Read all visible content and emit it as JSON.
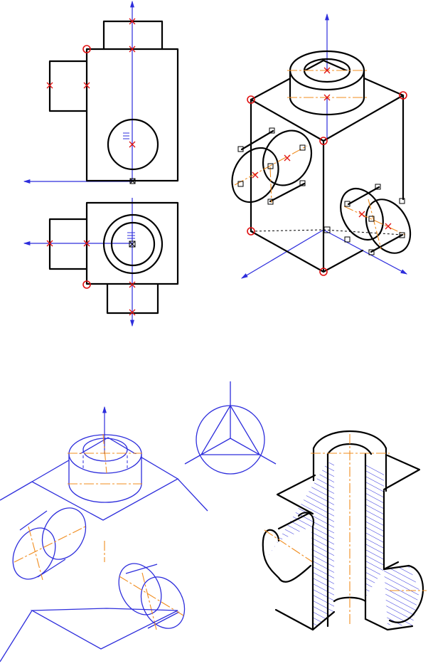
{
  "colors": {
    "axis": "#2d2ddc",
    "object_line": "#000000",
    "center_line": "#f08c1e",
    "snap_point": "#e01010",
    "hatch": "#2d2ddc",
    "background": "#ffffff"
  },
  "views": [
    {
      "id": "front-view",
      "kind": "orthographic"
    },
    {
      "id": "top-view",
      "kind": "orthographic"
    },
    {
      "id": "isometric-view",
      "kind": "isometric"
    },
    {
      "id": "isometric-construction",
      "kind": "isometric"
    },
    {
      "id": "isometric-axes-symbol",
      "kind": "symbol"
    },
    {
      "id": "isometric-section",
      "kind": "isometric cutaway"
    }
  ],
  "markers": {
    "snap_point": "red-x",
    "selected_point": "red-circle",
    "grip_point": "black-square"
  },
  "icons": [
    "flatness-symbol-icon"
  ]
}
